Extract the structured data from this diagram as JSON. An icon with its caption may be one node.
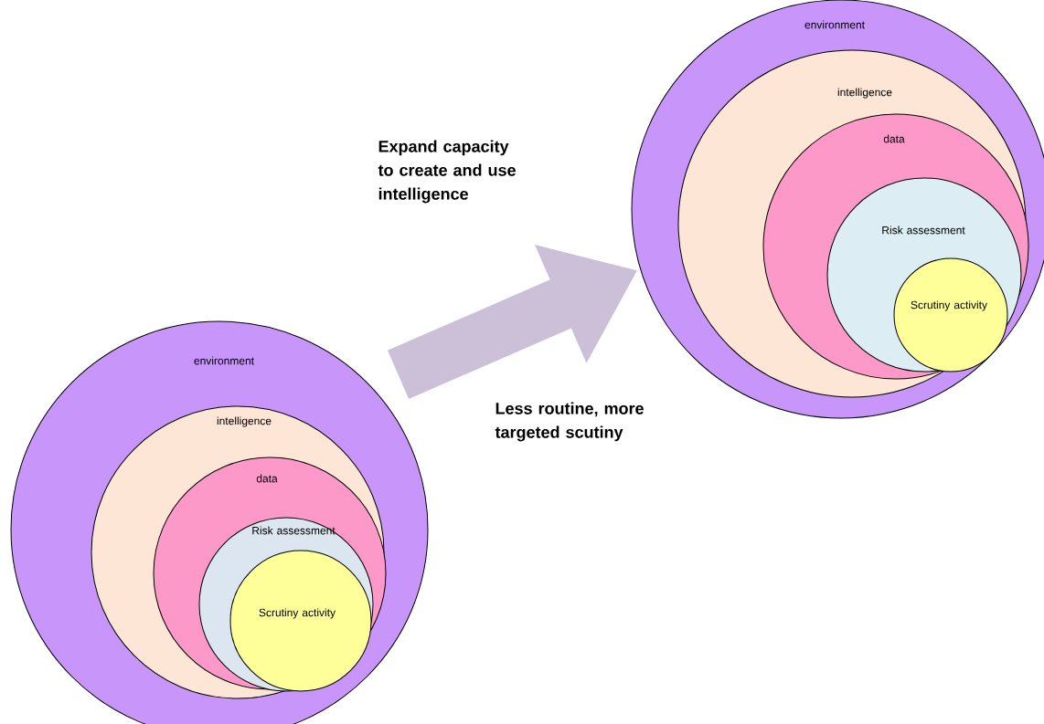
{
  "diagram": {
    "nodes": [
      {
        "text": [
          "environment"
        ]
      },
      {
        "text": [
          "intelligence"
        ],
        "in": 0
      },
      {
        "text": [
          "data"
        ],
        "in": 1
      },
      {
        "text": [
          "Risk assessment"
        ],
        "in": 2
      },
      {
        "text": [
          "Scrutiny activity"
        ],
        "in": 3
      },
      {
        "text": [
          "environment"
        ]
      },
      {
        "text": [
          "intelligence"
        ],
        "in": 5
      },
      {
        "text": [
          "data"
        ],
        "in": 6
      },
      {
        "text": [
          "Risk assessment"
        ],
        "in": 7
      },
      {
        "text": [
          "Scrutiny activity"
        ],
        "in": 8
      }
    ],
    "edges": [
      {
        "from": 0,
        "to": 5,
        "arrow": "to",
        "color": "#cbc0d8"
      }
    ],
    "labels": [
      "Expand capacity to create and use intelligence",
      "Less routine, more targeted scutiny"
    ]
  }
}
